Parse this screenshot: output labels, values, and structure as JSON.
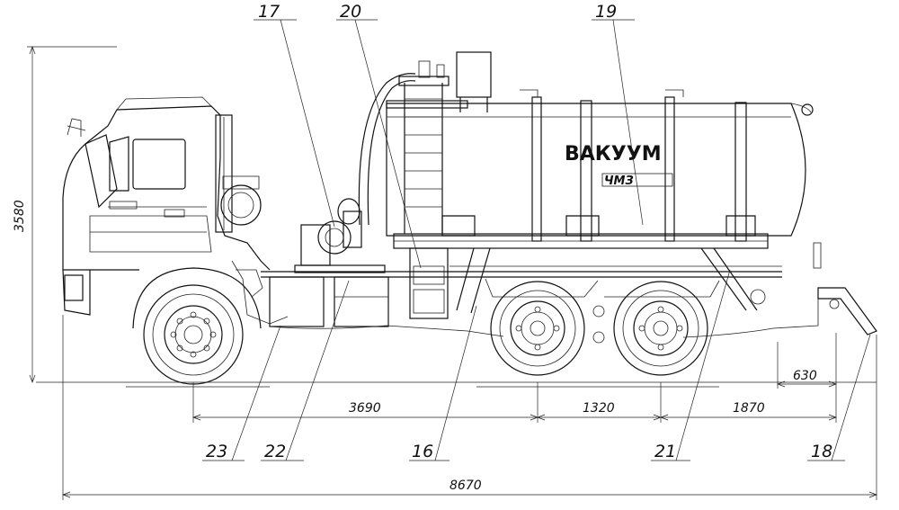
{
  "drawing": {
    "tank_label": "ВАКУУМ",
    "logo": "ЧМЗ",
    "callouts": {
      "c17": "17",
      "c20": "20",
      "c19": "19",
      "c23": "23",
      "c22": "22",
      "c16": "16",
      "c21": "21",
      "c18": "18"
    },
    "dimensions": {
      "height": "3580",
      "wheelbase_front": "3690",
      "wheelbase_rear": "1320",
      "rear_overhang": "1870",
      "hitch": "630",
      "total_length": "8670"
    }
  }
}
